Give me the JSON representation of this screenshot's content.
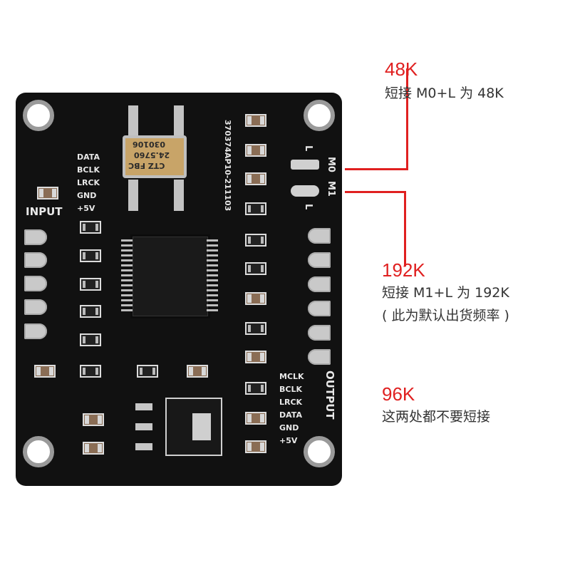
{
  "board": {
    "silk_input": "INPUT",
    "silk_output": "OUTPUT",
    "input_pins": [
      "DATA",
      "BCLK",
      "LRCK",
      "GND",
      "+5V"
    ],
    "output_pins": [
      "MCLK",
      "BCLK",
      "LRCK",
      "DATA",
      "GND",
      "+5V"
    ],
    "part_number": "370374AP10-211103",
    "jumper_labels": [
      "M0",
      "M1",
      "L",
      "L"
    ],
    "crystal_text": [
      "030106",
      "24.5760",
      "CTZ  FBC"
    ],
    "board_color": "#111111"
  },
  "annotations": {
    "accent_color": "#e02020",
    "rate_48k": {
      "title": "48K",
      "note": "短接 M0+L 为 48K"
    },
    "rate_192k": {
      "title": "192K",
      "note": "短接 M1+L 为 192K",
      "note2": "( 此为默认出货频率 )"
    },
    "rate_96k": {
      "title": "96K",
      "note": "这两处都不要短接"
    }
  }
}
